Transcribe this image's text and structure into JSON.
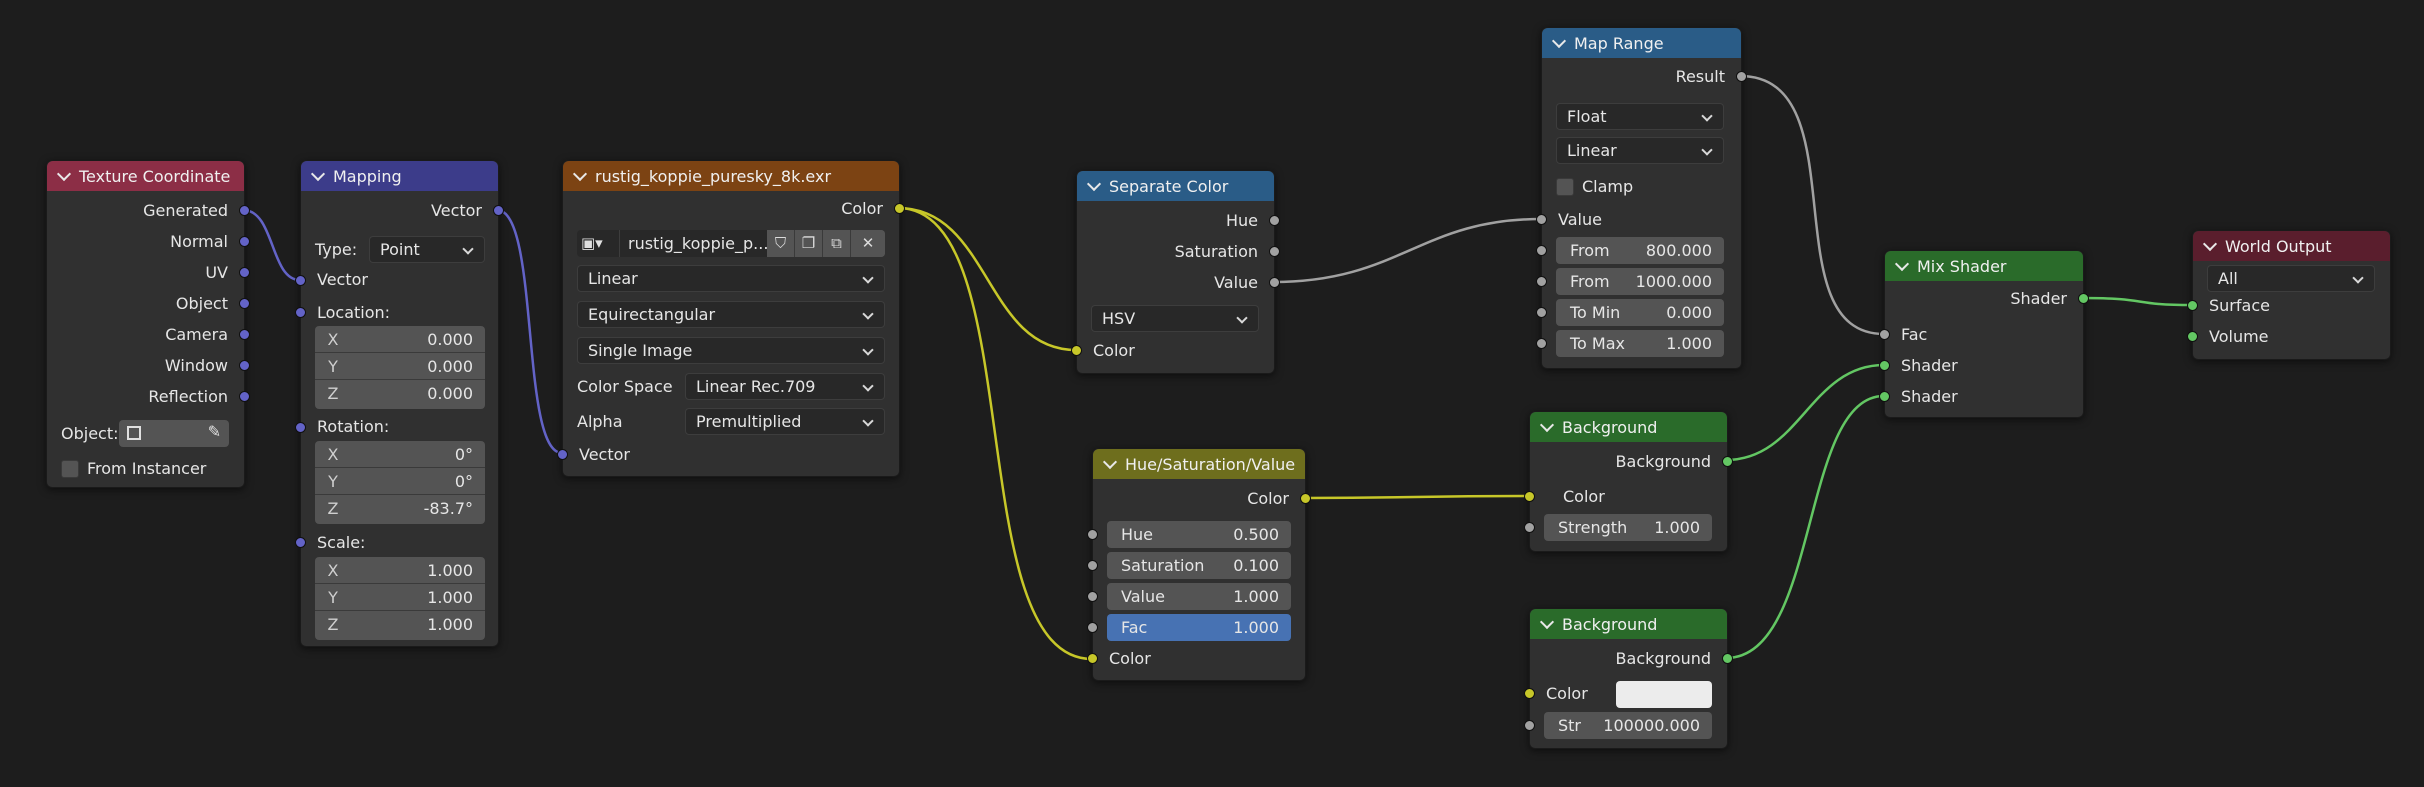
{
  "colors": {
    "header_texcoord": "#8c2e46",
    "header_vector": "#3c3c8a",
    "header_texture": "#7c4313",
    "header_converter": "#2a5c87",
    "header_color": "#6e6e1d",
    "header_shader": "#2a6b2a",
    "header_output": "#5a1e2d",
    "socket_vector": "#6363c7",
    "socket_color": "#c7c729",
    "socket_float": "#a1a1a1",
    "socket_shader": "#63c763"
  },
  "texture_coordinate": {
    "title": "Texture Coordinate",
    "outputs": [
      "Generated",
      "Normal",
      "UV",
      "Object",
      "Camera",
      "Window",
      "Reflection"
    ],
    "object_label": "Object:",
    "from_instancer": "From Instancer"
  },
  "mapping": {
    "title": "Mapping",
    "out_vector": "Vector",
    "type_label": "Type:",
    "type_value": "Point",
    "in_vector": "Vector",
    "location_label": "Location:",
    "location": [
      {
        "axis": "X",
        "value": "0.000"
      },
      {
        "axis": "Y",
        "value": "0.000"
      },
      {
        "axis": "Z",
        "value": "0.000"
      }
    ],
    "rotation_label": "Rotation:",
    "rotation": [
      {
        "axis": "X",
        "value": "0°"
      },
      {
        "axis": "Y",
        "value": "0°"
      },
      {
        "axis": "Z",
        "value": "-83.7°"
      }
    ],
    "scale_label": "Scale:",
    "scale": [
      {
        "axis": "X",
        "value": "1.000"
      },
      {
        "axis": "Y",
        "value": "1.000"
      },
      {
        "axis": "Z",
        "value": "1.000"
      }
    ]
  },
  "env_texture": {
    "title": "rustig_koppie_puresky_8k.exr",
    "out_color": "Color",
    "image_name": "rustig_koppie_p...",
    "interpolation": "Linear",
    "projection": "Equirectangular",
    "source": "Single Image",
    "color_space_label": "Color Space",
    "color_space_value": "Linear Rec.709",
    "alpha_label": "Alpha",
    "alpha_value": "Premultiplied",
    "in_vector": "Vector"
  },
  "separate_color": {
    "title": "Separate Color",
    "outputs": [
      "Hue",
      "Saturation",
      "Value"
    ],
    "mode": "HSV",
    "in_color": "Color"
  },
  "hsv": {
    "title": "Hue/Saturation/Value",
    "out_color": "Color",
    "hue_label": "Hue",
    "hue_value": "0.500",
    "sat_label": "Saturation",
    "sat_value": "0.100",
    "val_label": "Value",
    "val_value": "1.000",
    "fac_label": "Fac",
    "fac_value": "1.000",
    "in_color": "Color"
  },
  "map_range": {
    "title": "Map Range",
    "out_result": "Result",
    "data_type": "Float",
    "interpolation": "Linear",
    "clamp_label": "Clamp",
    "in_value": "Value",
    "from_min_label": "From",
    "from_min_value": "800.000",
    "from_max_label": "From",
    "from_max_value": "1000.000",
    "to_min_label": "To Min",
    "to_min_value": "0.000",
    "to_max_label": "To Max",
    "to_max_value": "1.000"
  },
  "background1": {
    "title": "Background",
    "out_label": "Background",
    "in_color": "Color",
    "strength_label": "Strength",
    "strength_value": "1.000"
  },
  "background2": {
    "title": "Background",
    "out_label": "Background",
    "in_color": "Color",
    "color_swatch": "#ececec",
    "strength_label": "Str",
    "strength_value": "100000.000"
  },
  "mix_shader": {
    "title": "Mix Shader",
    "out_shader": "Shader",
    "in_fac": "Fac",
    "in_shader1": "Shader",
    "in_shader2": "Shader"
  },
  "world_output": {
    "title": "World Output",
    "target": "All",
    "in_surface": "Surface",
    "in_volume": "Volume"
  }
}
